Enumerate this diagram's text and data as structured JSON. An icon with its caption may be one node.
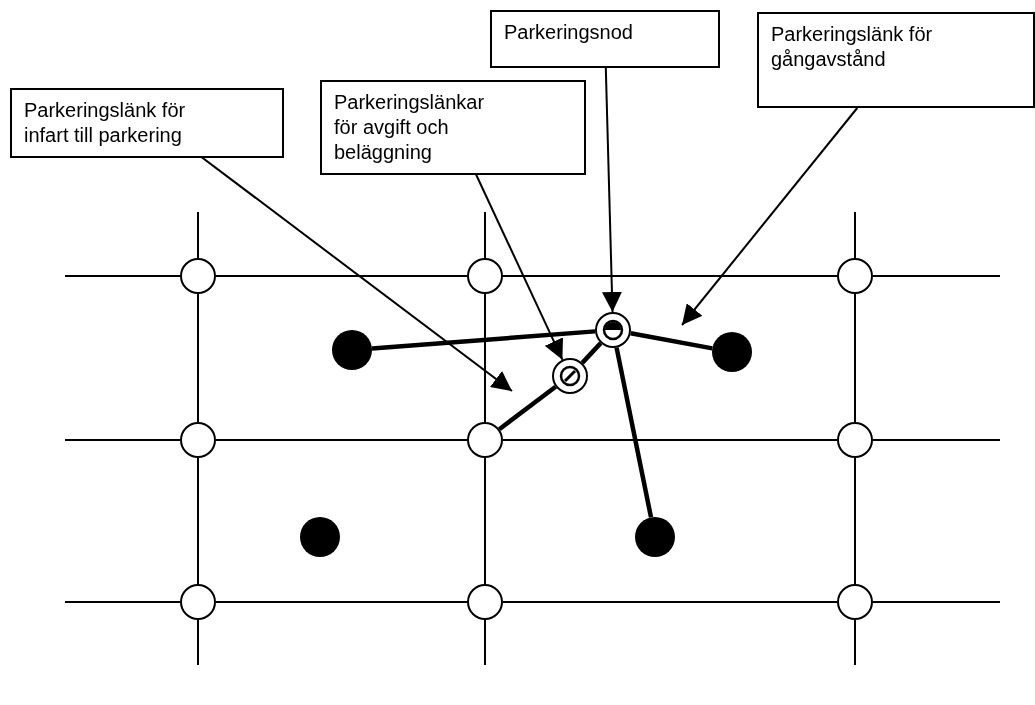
{
  "diagram": {
    "nodes": [
      {
        "text": [
          "Parkeringslänk för infart till parkering"
        ]
      },
      {
        "text": [
          "Parkeringslänkar för avgift och beläggning"
        ]
      },
      {
        "text": [
          "Parkeringsnod"
        ]
      },
      {
        "text": [
          "Parkeringslänk för gångavstånd"
        ]
      },
      {
        "text": [],
        "shape": "circle"
      },
      {
        "text": [],
        "shape": "circle"
      },
      {
        "text": [],
        "shape": "circle"
      },
      {
        "text": [],
        "shape": "circle"
      },
      {
        "text": [],
        "shape": "circle"
      },
      {
        "text": [],
        "shape": "circle"
      },
      {
        "text": [],
        "shape": "circle"
      },
      {
        "text": [],
        "shape": "circle"
      },
      {
        "text": [],
        "shape": "circle"
      },
      {
        "text": [],
        "shape": "circle"
      },
      {
        "text": [],
        "shape": "circle"
      },
      {
        "text": [],
        "shape": "circle"
      },
      {
        "text": [],
        "shape": "circle"
      },
      {
        "text": [],
        "shape": "circle"
      },
      {
        "text": [],
        "shape": "circle"
      }
    ],
    "edges": [
      {
        "from": null,
        "to": 4,
        "arrow": "none"
      },
      {
        "from": 4,
        "to": 5,
        "arrow": "none"
      },
      {
        "from": 5,
        "to": 6,
        "arrow": "none"
      },
      {
        "from": 6,
        "to": null,
        "arrow": "none"
      },
      {
        "from": null,
        "to": 7,
        "arrow": "none"
      },
      {
        "from": 7,
        "to": 8,
        "arrow": "none"
      },
      {
        "from": 8,
        "to": 9,
        "arrow": "none"
      },
      {
        "from": 9,
        "to": null,
        "arrow": "none"
      },
      {
        "from": null,
        "to": 10,
        "arrow": "none"
      },
      {
        "from": 10,
        "to": 11,
        "arrow": "none"
      },
      {
        "from": 11,
        "to": 12,
        "arrow": "none"
      },
      {
        "from": 12,
        "to": null,
        "arrow": "none"
      },
      {
        "from": null,
        "to": 4,
        "arrow": "none"
      },
      {
        "from": 4,
        "to": 7,
        "arrow": "none"
      },
      {
        "from": 7,
        "to": 10,
        "arrow": "none"
      },
      {
        "from": 10,
        "to": null,
        "arrow": "none"
      },
      {
        "from": null,
        "to": 5,
        "arrow": "none"
      },
      {
        "from": 5,
        "to": 8,
        "arrow": "none"
      },
      {
        "from": 8,
        "to": 11,
        "arrow": "none"
      },
      {
        "from": 11,
        "to": null,
        "arrow": "none"
      },
      {
        "from": null,
        "to": 6,
        "arrow": "none"
      },
      {
        "from": 6,
        "to": 9,
        "arrow": "none"
      },
      {
        "from": 9,
        "to": 12,
        "arrow": "none"
      },
      {
        "from": 12,
        "to": null,
        "arrow": "none"
      },
      {
        "from": 15,
        "to": 13,
        "arrow": "none",
        "style": "thick"
      },
      {
        "from": 13,
        "to": 16,
        "arrow": "none",
        "style": "thick"
      },
      {
        "from": 13,
        "to": 18,
        "arrow": "none",
        "style": "thick"
      },
      {
        "from": 8,
        "to": 14,
        "arrow": "none",
        "style": "thick"
      },
      {
        "from": 14,
        "to": 13,
        "arrow": "none",
        "style": "thick"
      },
      {
        "from": 0,
        "to": null,
        "arrow": "to"
      },
      {
        "from": 1,
        "to": 14,
        "arrow": "to"
      },
      {
        "from": 2,
        "to": 13,
        "arrow": "to"
      },
      {
        "from": 3,
        "to": null,
        "arrow": "to"
      }
    ]
  }
}
